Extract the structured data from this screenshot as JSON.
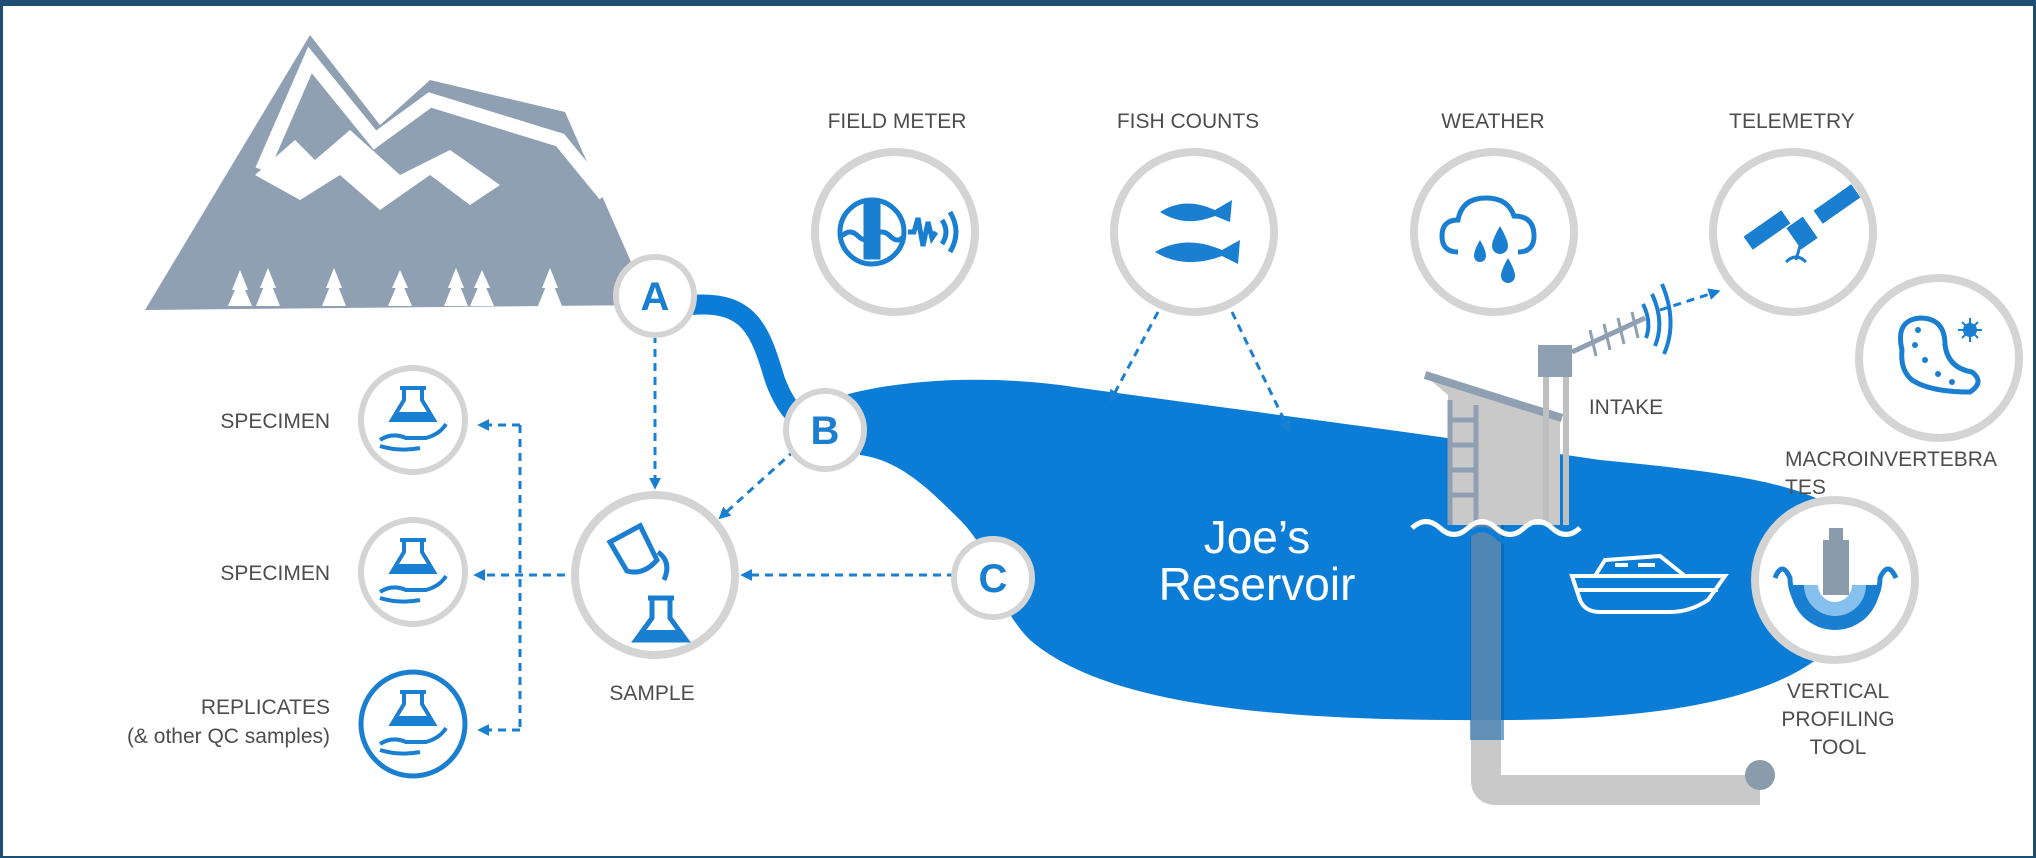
{
  "nodes": {
    "a": "A",
    "b": "B",
    "c": "C"
  },
  "labels": {
    "field_meter": "FIELD METER",
    "fish_counts": "FISH COUNTS",
    "weather": "WEATHER",
    "telemetry": "TELEMETRY",
    "intake": "INTAKE",
    "macro_line1": "MACROINVERTEBRA",
    "macro_line2": "TES",
    "vertical_1": "VERTICAL",
    "vertical_2": "PROFILING",
    "vertical_3": "TOOL",
    "specimen_1": "SPECIMEN",
    "specimen_2": "SPECIMEN",
    "replicates_1": "REPLICATES",
    "replicates_2": "(& other QC samples)",
    "sample": "SAMPLE"
  },
  "reservoir": {
    "line1": "Joe’s",
    "line2": "Reservoir"
  },
  "colors": {
    "water": "#0c7dd6",
    "accent": "#1a7fd0",
    "mountain": "#8fa0b3",
    "circle_border": "#d4d4d4",
    "frame": "#1d4f73"
  }
}
